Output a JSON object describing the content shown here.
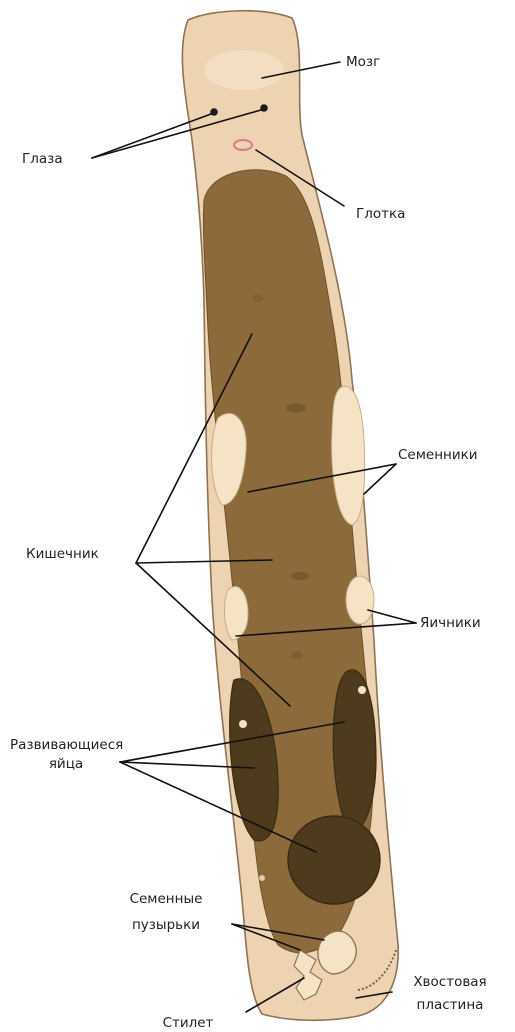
{
  "diagram": {
    "labels": {
      "brain": "Мозг",
      "eyes": "Глаза",
      "pharynx": "Глотка",
      "testes": "Семенники",
      "intestine": "Кишечник",
      "ovaries": "Яичники",
      "developing_eggs_line1": "Развивающиеся",
      "developing_eggs_line2": "яйца",
      "seminal_vesicles_line1": "Семенные",
      "seminal_vesicles_line2": "пузырьки",
      "tail_plate_line1": "Хвостовая",
      "tail_plate_line2": "пластина",
      "stylet": "Стилет"
    },
    "colors": {
      "body": "#EDD3B2",
      "body_outline": "#8E7355",
      "intestine": "#8C6A3C",
      "intestine_dark": "#6E5128",
      "egg": "#4E3A1C",
      "egg_rim": "#3B2B12",
      "gonad": "#F6E3C6",
      "eye": "#1A1A1A",
      "pharynx": "#D97B8E"
    }
  }
}
